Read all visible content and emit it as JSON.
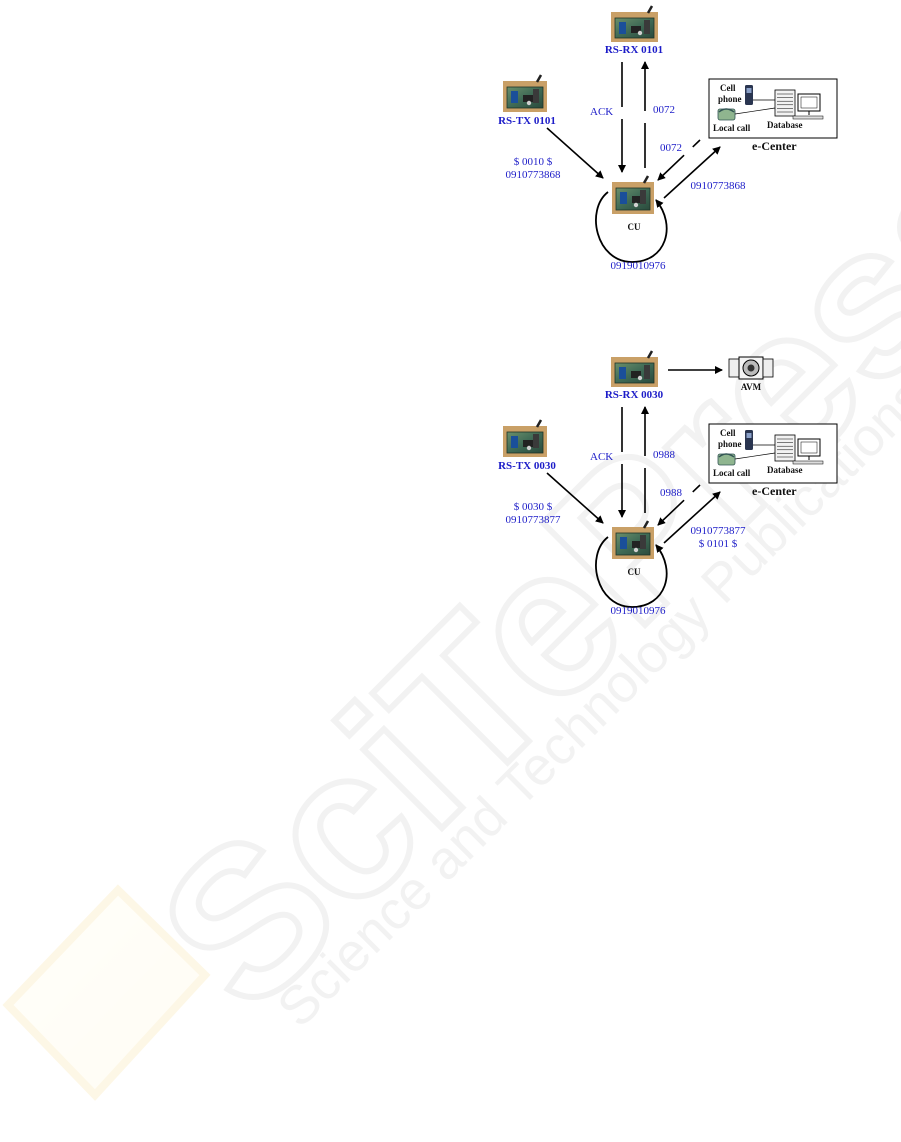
{
  "watermark": {
    "big": "SciTePress",
    "small": "Science and Technology Publications"
  },
  "figures": [
    {
      "tx_label": "RS-TX 0101",
      "rx_label": "RS-RX 0101",
      "cu_label": "CU",
      "cu_number": "0919010976",
      "ack_label": "ACK",
      "rx_code": "0072",
      "center_code": "0072",
      "tx_message_1": "$ 0010 $",
      "tx_message_2": "0910773868",
      "center_number": "0910773868",
      "center_message_2": "",
      "has_avm": false,
      "avm_label": "",
      "ecenter": {
        "title": "e-Center",
        "cell_phone_1": "Cell",
        "cell_phone_2": "phone",
        "local_call": "Local call",
        "database": "Database"
      }
    },
    {
      "tx_label": "RS-TX 0030",
      "rx_label": "RS-RX 0030",
      "cu_label": "CU",
      "cu_number": "0919010976",
      "ack_label": "ACK",
      "rx_code": "0988",
      "center_code": "0988",
      "tx_message_1": "$ 0030 $",
      "tx_message_2": "0910773877",
      "center_number": "0910773877",
      "center_message_2": "$ 0101 $",
      "has_avm": true,
      "avm_label": "AVM",
      "ecenter": {
        "title": "e-Center",
        "cell_phone_1": "Cell",
        "cell_phone_2": "phone",
        "local_call": "Local call",
        "database": "Database"
      }
    }
  ]
}
